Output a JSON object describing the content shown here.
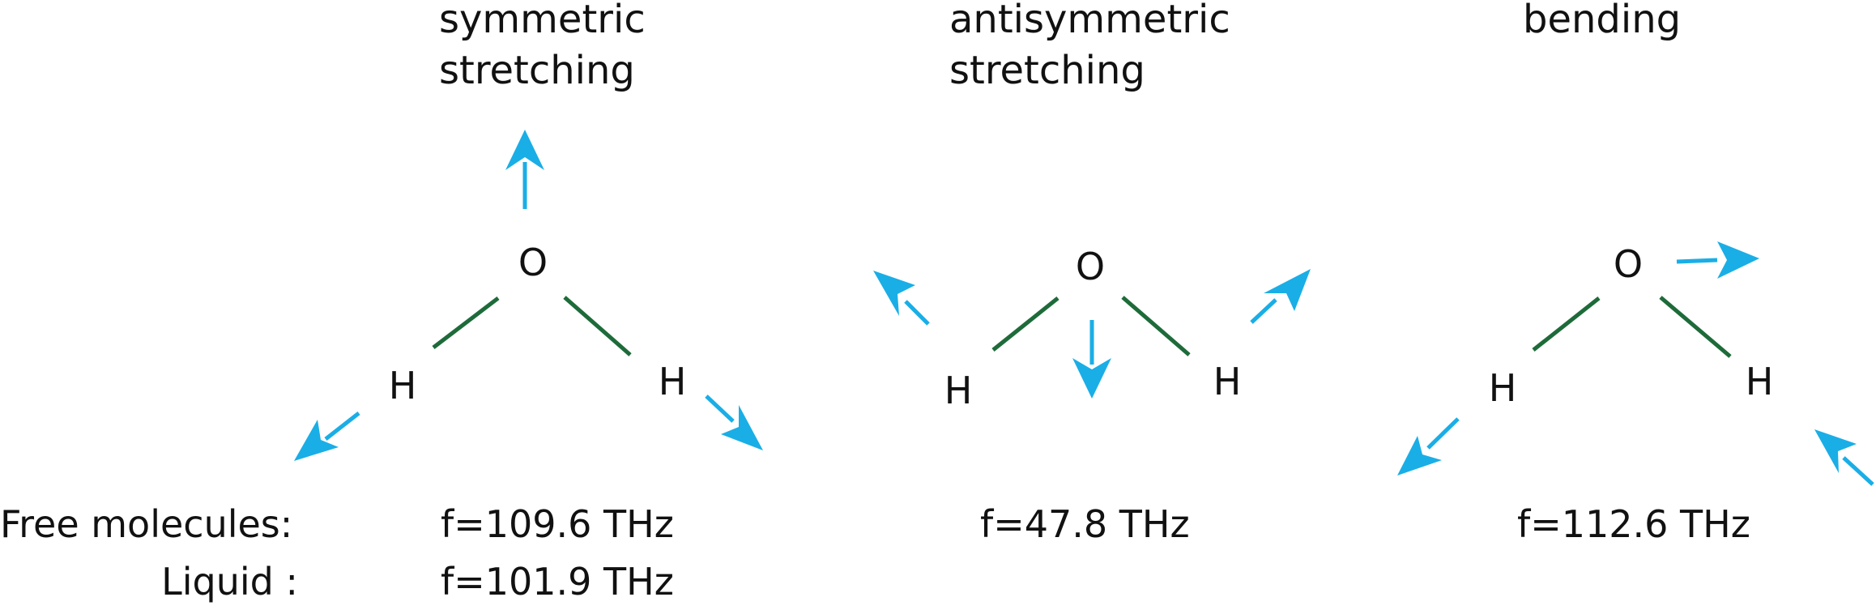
{
  "colors": {
    "arrow": "#1AAEE6",
    "bond": "#1E6B3A",
    "text": "#111111"
  },
  "modes": [
    {
      "title_line1": "symmetric",
      "title_line2": "stretching",
      "oxygen": "O",
      "hydrogen_left": "H",
      "hydrogen_right": "H",
      "freq_free": "f=109.6 THz",
      "freq_liquid": "f=101.9 THz"
    },
    {
      "title_line1": "antisymmetric",
      "title_line2": "stretching",
      "oxygen": "O",
      "hydrogen_left": "H",
      "hydrogen_right": "H",
      "freq_free": "f=47.8 THz"
    },
    {
      "title_line1": "bending",
      "oxygen": "O",
      "hydrogen_left": "H",
      "hydrogen_right": "H",
      "freq_free": "f=112.6 THz"
    }
  ],
  "row_labels": {
    "free": "Free molecules:",
    "liquid": "Liquid :"
  }
}
